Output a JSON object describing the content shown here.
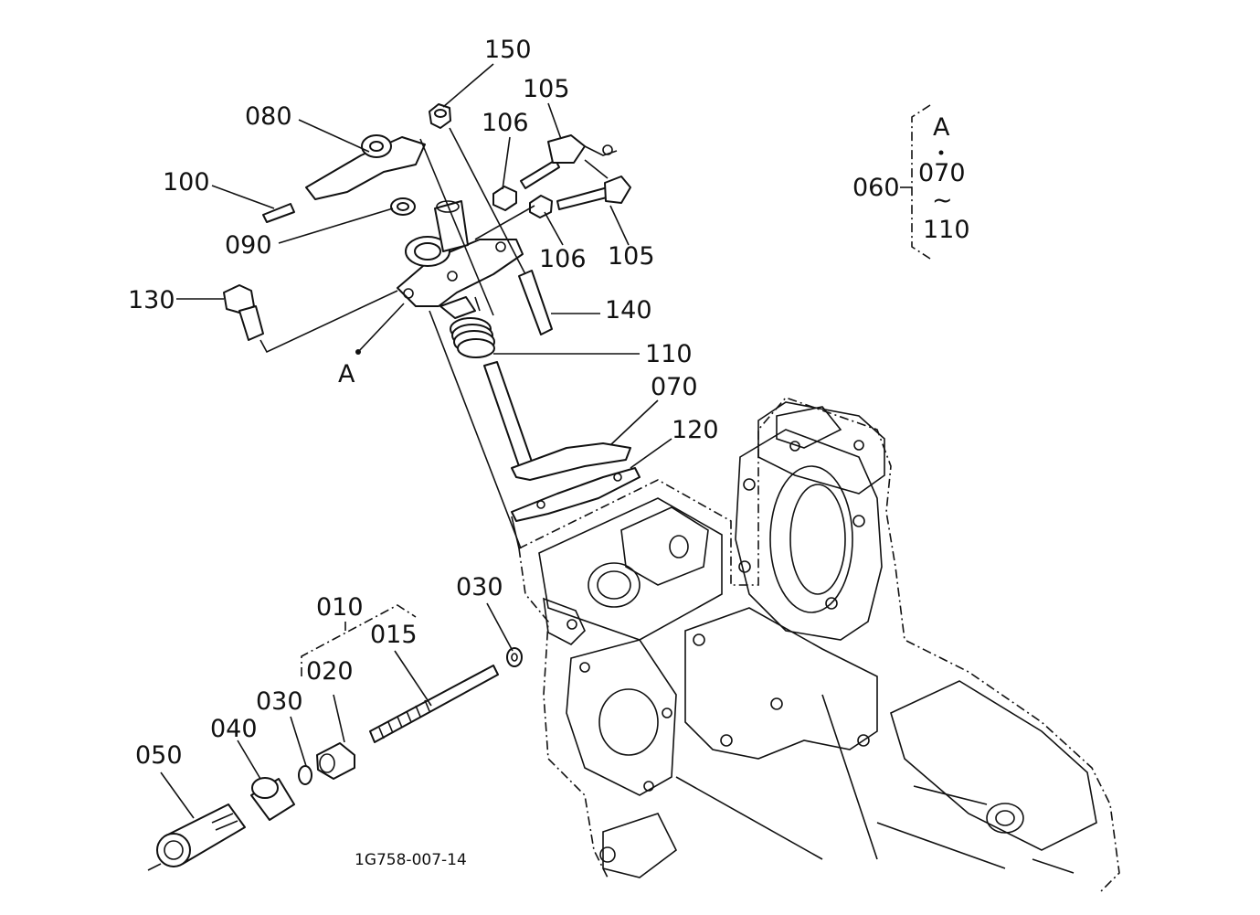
{
  "drawing_code": "1G758-007-14",
  "callouts": {
    "p150": "150",
    "p105_top": "105",
    "p080": "080",
    "p106_top": "106",
    "p100": "100",
    "p090": "090",
    "p106_bot": "106",
    "p105_bot": "105",
    "p130": "130",
    "p140": "140",
    "p110": "110",
    "ref_a": "A",
    "p070": "070",
    "p120": "120",
    "p030_right": "030",
    "p010": "010",
    "p015": "015",
    "p020": "020",
    "p030_left": "030",
    "p040": "040",
    "p050": "050"
  },
  "assembly_note": {
    "id": "060",
    "ref": "A",
    "from": "070",
    "tilde": "~",
    "to": "110"
  }
}
